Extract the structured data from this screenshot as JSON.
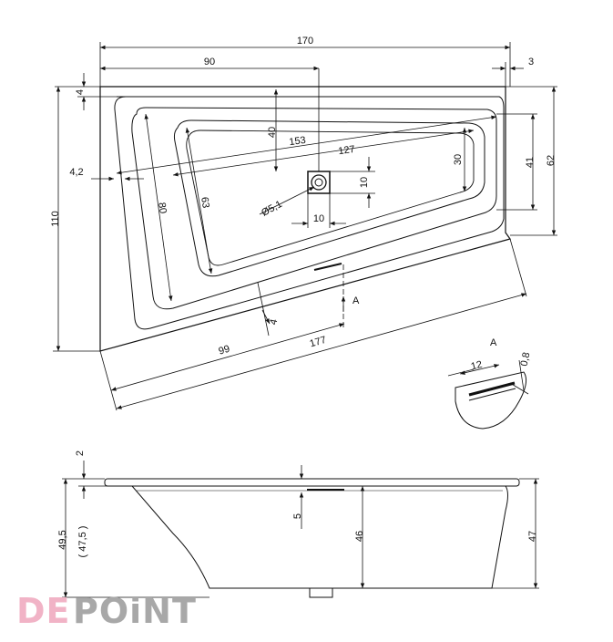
{
  "top_view": {
    "overall_length": "170",
    "left_offset": "90",
    "right_rim_offset": "3",
    "top_rim_offset": "4",
    "overall_width": "110",
    "right_end_width": "62",
    "right_inner_width": "41",
    "outer_diagonal": "153",
    "inner_diagonal": "127",
    "basin_depth_mark": "40",
    "right_basin_width": "30",
    "left_wall_thickness": "4,2",
    "inner_left_width": "80",
    "inner_bottom_width": "63",
    "drain_diameter": "Ø5,1",
    "drain_offset_x": "10",
    "drain_offset_y": "10",
    "front_wall": "4",
    "front_partial_length": "99",
    "front_total_length": "177",
    "section_marker": "A"
  },
  "detail_view": {
    "title": "A",
    "dim_a": "12",
    "dim_b": "0,8"
  },
  "side_view": {
    "rim_thickness": "2",
    "total_height": "49,5",
    "inner_height_paren": "( 47,5 )",
    "overflow_depth": "5",
    "basin_depth": "46",
    "right_height": "47"
  },
  "watermark": {
    "part1": "DE",
    "part2": "POiNT",
    "color1": "#f1b3c6",
    "color2": "#a8a8a8"
  }
}
